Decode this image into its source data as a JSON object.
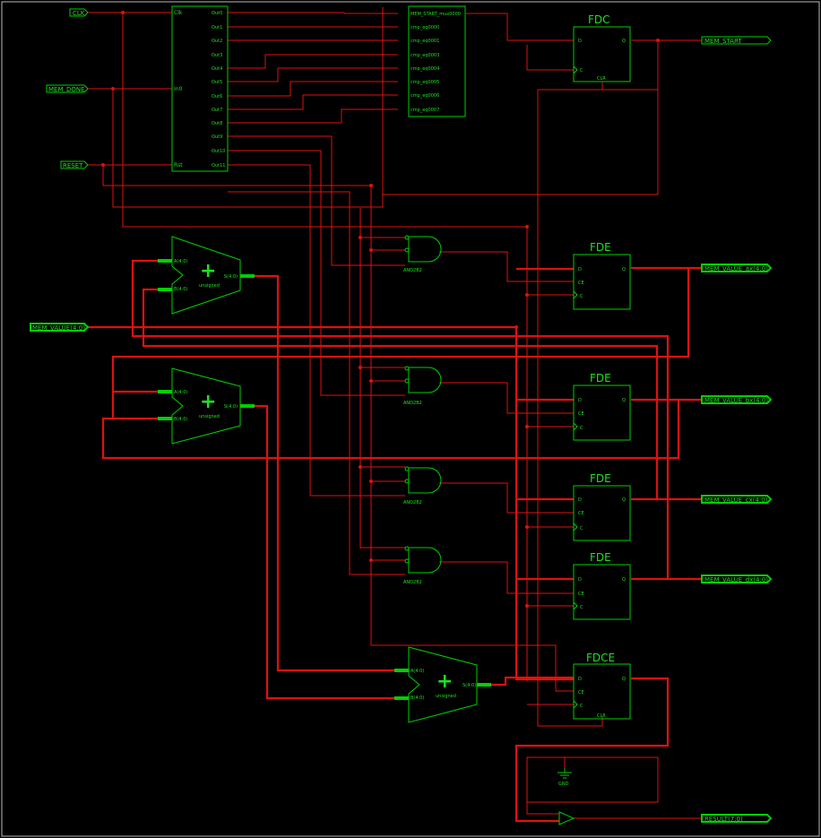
{
  "ports": {
    "clk": "CLK",
    "mem_done": "MEM_DONE",
    "reset": "RESET",
    "mem_value_in": "MEM_VALUE(4:0)",
    "mem_start": "MEM_START",
    "ax": "MEM_VALUE_ax(4:0)",
    "bx": "MEM_VALUE_bx(4:0)",
    "cx": "MEM_VALUE_cx(4:0)",
    "dx": "MEM_VALUE_dx(4:0)",
    "result": "RESULT(7:0)"
  },
  "fsm": {
    "clk": "Clk",
    "in0": "In0",
    "rst": "Rst",
    "outs": [
      "Out0",
      "Out1",
      "Out2",
      "Out3",
      "Out4",
      "Out5",
      "Out6",
      "Out7",
      "Out8",
      "Out9",
      "Out10",
      "Out11"
    ]
  },
  "mux": {
    "pins": [
      "MEM_START_mux0000",
      "cmp_eq0000",
      "cmp_eq0001",
      "cmp_eq0003",
      "cmp_eq0004",
      "cmp_eq0005",
      "cmp_eq0006",
      "cmp_eq0007"
    ]
  },
  "ff": {
    "fdc": "FDC",
    "fde": "FDE",
    "fdce": "FDCE",
    "d": "D",
    "q": "Q",
    "ce": "CE",
    "c": "C",
    "clr": "CLR"
  },
  "gate": {
    "and": "AND2B2"
  },
  "adder": {
    "a": "A(4:0)",
    "b": "B(4:0)",
    "s": "S(4:0)",
    "unsigned": "unsigned",
    "plus": "+"
  },
  "gnd": "GND"
}
